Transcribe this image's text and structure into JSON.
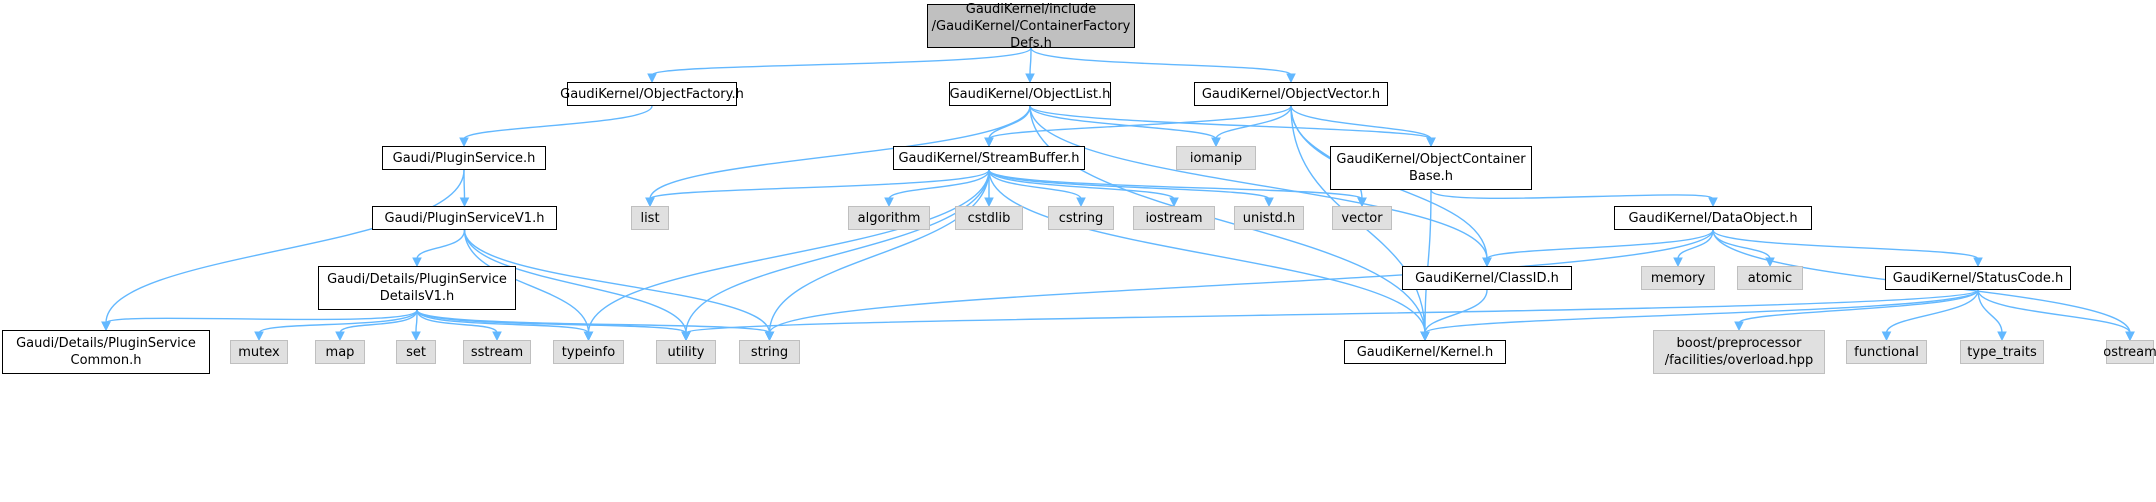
{
  "diagram": {
    "nodes": {
      "root": {
        "label": "GaudiKernel/include\n/GaudiKernel/ContainerFactory\nDefs.h",
        "kind": "header"
      },
      "objfactory": {
        "label": "GaudiKernel/ObjectFactory.h",
        "kind": "file"
      },
      "objlist": {
        "label": "GaudiKernel/ObjectList.h",
        "kind": "file"
      },
      "objvector": {
        "label": "GaudiKernel/ObjectVector.h",
        "kind": "file"
      },
      "pluginsvc": {
        "label": "Gaudi/PluginService.h",
        "kind": "file"
      },
      "streambuf": {
        "label": "GaudiKernel/StreamBuffer.h",
        "kind": "file"
      },
      "iomanip": {
        "label": "iomanip",
        "kind": "sys"
      },
      "objcontbase": {
        "label": "GaudiKernel/ObjectContainer\nBase.h",
        "kind": "file"
      },
      "pluginsvcv1": {
        "label": "Gaudi/PluginServiceV1.h",
        "kind": "file"
      },
      "list": {
        "label": "list",
        "kind": "sys"
      },
      "algorithm": {
        "label": "algorithm",
        "kind": "sys"
      },
      "cstdlib": {
        "label": "cstdlib",
        "kind": "sys"
      },
      "cstring": {
        "label": "cstring",
        "kind": "sys"
      },
      "iostream": {
        "label": "iostream",
        "kind": "sys"
      },
      "unistd": {
        "label": "unistd.h",
        "kind": "sys"
      },
      "vector": {
        "label": "vector",
        "kind": "sys"
      },
      "dataobject": {
        "label": "GaudiKernel/DataObject.h",
        "kind": "file"
      },
      "detailsv1": {
        "label": "Gaudi/Details/PluginService\nDetailsV1.h",
        "kind": "file"
      },
      "classid": {
        "label": "GaudiKernel/ClassID.h",
        "kind": "file"
      },
      "memory": {
        "label": "memory",
        "kind": "sys"
      },
      "atomic": {
        "label": "atomic",
        "kind": "sys"
      },
      "statuscode": {
        "label": "GaudiKernel/StatusCode.h",
        "kind": "file"
      },
      "common": {
        "label": "Gaudi/Details/PluginService\nCommon.h",
        "kind": "file"
      },
      "mutex": {
        "label": "mutex",
        "kind": "sys"
      },
      "map": {
        "label": "map",
        "kind": "sys"
      },
      "set": {
        "label": "set",
        "kind": "sys"
      },
      "sstream": {
        "label": "sstream",
        "kind": "sys"
      },
      "typeinfo": {
        "label": "typeinfo",
        "kind": "sys"
      },
      "utility": {
        "label": "utility",
        "kind": "sys"
      },
      "string": {
        "label": "string",
        "kind": "sys"
      },
      "kernel": {
        "label": "GaudiKernel/Kernel.h",
        "kind": "file"
      },
      "boostpp": {
        "label": "boost/preprocessor\n/facilities/overload.hpp",
        "kind": "sys"
      },
      "functional": {
        "label": "functional",
        "kind": "sys"
      },
      "typetraits": {
        "label": "type_traits",
        "kind": "sys"
      },
      "ostream": {
        "label": "ostream",
        "kind": "sys"
      }
    },
    "edges": [
      [
        "root",
        "objfactory"
      ],
      [
        "root",
        "objlist"
      ],
      [
        "root",
        "objvector"
      ],
      [
        "objfactory",
        "pluginsvc"
      ],
      [
        "objlist",
        "streambuf"
      ],
      [
        "objlist",
        "iomanip"
      ],
      [
        "objlist",
        "objcontbase"
      ],
      [
        "objlist",
        "list"
      ],
      [
        "objlist",
        "kernel"
      ],
      [
        "objlist",
        "classid"
      ],
      [
        "objvector",
        "streambuf"
      ],
      [
        "objvector",
        "iomanip"
      ],
      [
        "objvector",
        "objcontbase"
      ],
      [
        "objvector",
        "vector"
      ],
      [
        "objvector",
        "classid"
      ],
      [
        "objvector",
        "kernel"
      ],
      [
        "pluginsvc",
        "pluginsvcv1"
      ],
      [
        "pluginsvc",
        "common"
      ],
      [
        "pluginsvcv1",
        "detailsv1"
      ],
      [
        "pluginsvcv1",
        "typeinfo"
      ],
      [
        "pluginsvcv1",
        "utility"
      ],
      [
        "pluginsvcv1",
        "string"
      ],
      [
        "detailsv1",
        "common"
      ],
      [
        "detailsv1",
        "mutex"
      ],
      [
        "detailsv1",
        "map"
      ],
      [
        "detailsv1",
        "set"
      ],
      [
        "detailsv1",
        "sstream"
      ],
      [
        "detailsv1",
        "typeinfo"
      ],
      [
        "detailsv1",
        "utility"
      ],
      [
        "detailsv1",
        "string"
      ],
      [
        "streambuf",
        "list"
      ],
      [
        "streambuf",
        "algorithm"
      ],
      [
        "streambuf",
        "cstdlib"
      ],
      [
        "streambuf",
        "cstring"
      ],
      [
        "streambuf",
        "iostream"
      ],
      [
        "streambuf",
        "unistd"
      ],
      [
        "streambuf",
        "vector"
      ],
      [
        "streambuf",
        "string"
      ],
      [
        "streambuf",
        "typeinfo"
      ],
      [
        "streambuf",
        "kernel"
      ],
      [
        "streambuf",
        "utility"
      ],
      [
        "objcontbase",
        "kernel"
      ],
      [
        "objcontbase",
        "dataobject"
      ],
      [
        "dataobject",
        "classid"
      ],
      [
        "dataobject",
        "memory"
      ],
      [
        "dataobject",
        "atomic"
      ],
      [
        "dataobject",
        "statuscode"
      ],
      [
        "dataobject",
        "string"
      ],
      [
        "dataobject",
        "ostream"
      ],
      [
        "classid",
        "kernel"
      ],
      [
        "statuscode",
        "boostpp"
      ],
      [
        "statuscode",
        "functional"
      ],
      [
        "statuscode",
        "typetraits"
      ],
      [
        "statuscode",
        "ostream"
      ],
      [
        "statuscode",
        "kernel"
      ],
      [
        "statuscode",
        "utility"
      ]
    ],
    "colors": {
      "edge": "#63b8ff",
      "header_fill": "#c0c0c0",
      "file_fill": "#ffffff",
      "sys_fill": "#e0e0e0"
    }
  }
}
